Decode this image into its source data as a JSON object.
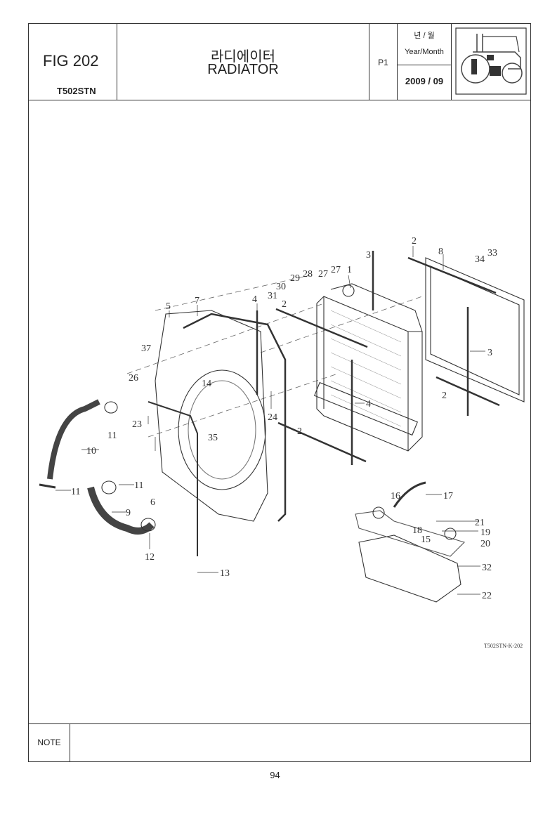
{
  "header": {
    "fig_label": "FIG 202",
    "model": "T502STN",
    "title_kr": "라디에이터",
    "title_en": "RADIATOR",
    "page_code": "P1",
    "date_label_kr": "년 / 월",
    "date_label_en": "Year/Month",
    "date_value": "2009 / 09"
  },
  "drawing": {
    "code": "T502STN-K-202",
    "callouts": {
      "c1": "1",
      "c2a": "2",
      "c2b": "2",
      "c2c": "2",
      "c2d": "2",
      "c3a": "3",
      "c3b": "3",
      "c4a": "4",
      "c4b": "4",
      "c5": "5",
      "c6": "6",
      "c7": "7",
      "c8": "8",
      "c9": "9",
      "c10": "10",
      "c11a": "11",
      "c11b": "11",
      "c11c": "11",
      "c12": "12",
      "c13": "13",
      "c14": "14",
      "c15": "15",
      "c16": "16",
      "c17": "17",
      "c18": "18",
      "c19": "19",
      "c20": "20",
      "c21": "21",
      "c22": "22",
      "c23": "23",
      "c24": "24",
      "c26": "26",
      "c27a": "27",
      "c27b": "27",
      "c28": "28",
      "c29": "29",
      "c30": "30",
      "c31": "31",
      "c32": "32",
      "c33": "33",
      "c34": "34",
      "c35": "35",
      "c37": "37"
    }
  },
  "note": {
    "label": "NOTE"
  },
  "page_number": "94"
}
